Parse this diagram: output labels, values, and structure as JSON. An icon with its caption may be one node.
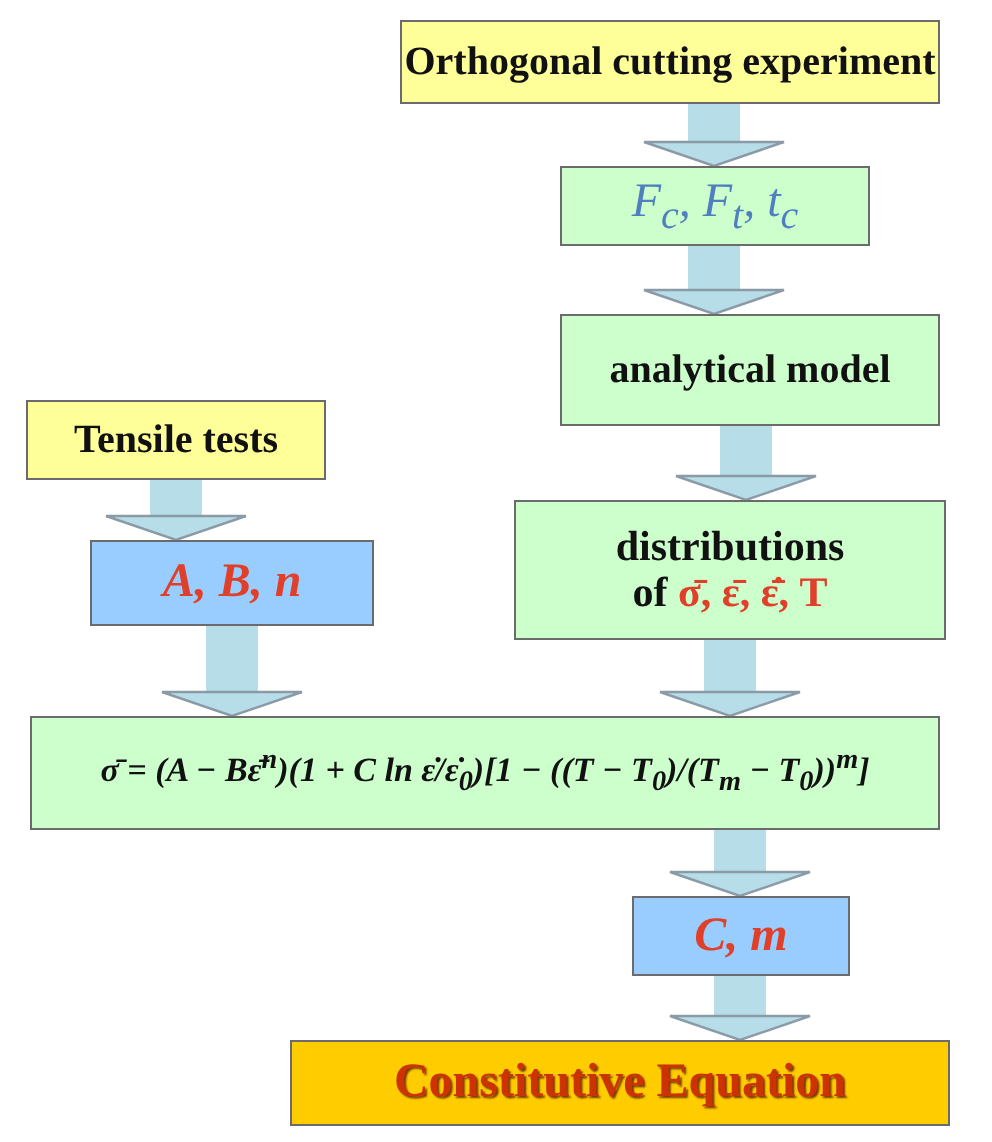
{
  "diagram": {
    "nodes": [
      {
        "text": [
          "Orthogonal cutting experiment"
        ]
      },
      {
        "text": [
          "*F*$_{c}$, *F*$_{t}$, *t*$_{c}$"
        ]
      },
      {
        "text": [
          "analytical model"
        ]
      },
      {
        "text": [
          "Tensile tests"
        ]
      },
      {
        "text": [
          "A, B, n"
        ]
      },
      {
        "text": [
          "distributions of",
          "σ̄, ε̄, ε̄̇, T"
        ]
      },
      {
        "text": [
          "σ̄ = (A − Bε̄$^{n}$)(1 + C ln ε̇/ε̇$_{0}$)[1 − ((T − T$_{0}$)/(T$_{m}$ − T$_{0}$))$^{m}$]"
        ]
      },
      {
        "text": [
          "C, m"
        ]
      },
      {
        "text": [
          "Constitutive Equation"
        ]
      }
    ],
    "edges": [
      {
        "from": 0,
        "to": 1,
        "arrow": "to"
      },
      {
        "from": 1,
        "to": 2,
        "arrow": "to"
      },
      {
        "from": 2,
        "to": 5,
        "arrow": "to"
      },
      {
        "from": 3,
        "to": 4,
        "arrow": "to"
      },
      {
        "from": 4,
        "to": 6,
        "arrow": "to"
      },
      {
        "from": 5,
        "to": 6,
        "arrow": "to"
      },
      {
        "from": 6,
        "to": 7,
        "arrow": "to"
      },
      {
        "from": 7,
        "to": 8,
        "arrow": "to"
      }
    ]
  }
}
